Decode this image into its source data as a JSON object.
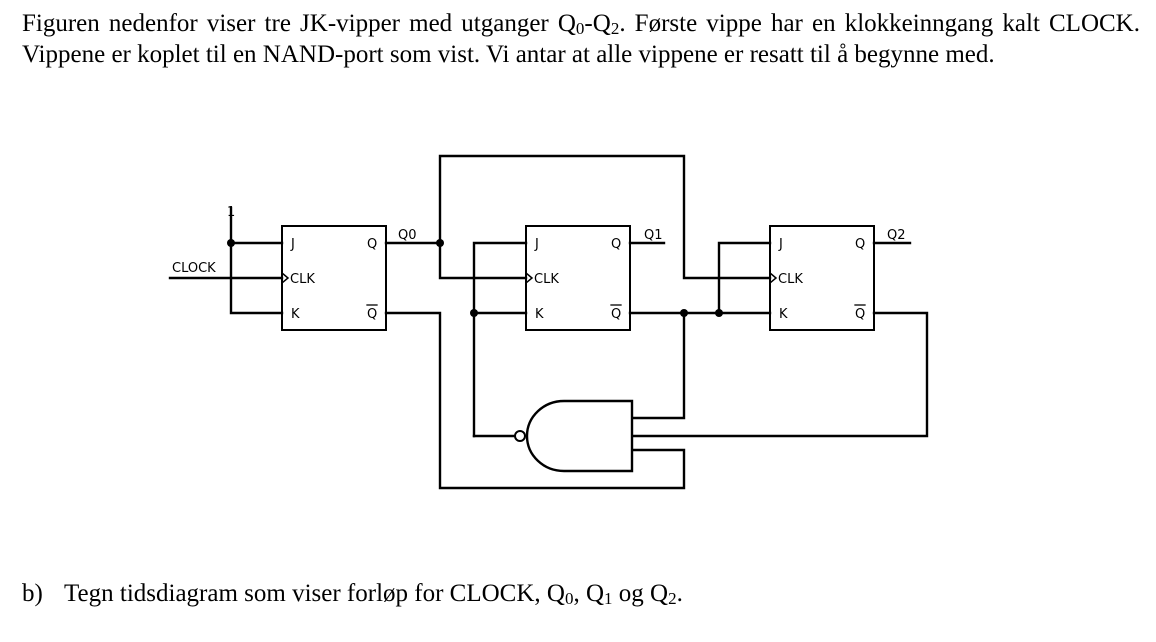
{
  "intro": {
    "part1": "Figuren nedenfor viser tre JK-vipper med utganger Q",
    "sub0": "0",
    "dash": "-Q",
    "sub2": "2",
    "part2": ". Første vippe har en klokkeinngang kalt CLOCK. Vippene er koplet til en NAND-port som vist. Vi antar at alle vippene er resatt til å begynne med."
  },
  "circuit": {
    "const_one": "1",
    "clock_label": "CLOCK",
    "flipflops": [
      {
        "j": "J",
        "clk": "CLK",
        "k": "K",
        "q": "Q",
        "qbar": "Q",
        "output": "Q0"
      },
      {
        "j": "J",
        "clk": "CLK",
        "k": "K",
        "q": "Q",
        "qbar": "Q",
        "output": "Q1"
      },
      {
        "j": "J",
        "clk": "CLK",
        "k": "K",
        "q": "Q",
        "qbar": "Q",
        "output": "Q2"
      }
    ]
  },
  "question": {
    "label": "b)",
    "text_a": "Tegn tidsdiagram som viser forløp for CLOCK, Q",
    "s0": "0",
    "sep1": ", Q",
    "s1": "1",
    "sep2": " og Q",
    "s2": "2",
    "end": "."
  }
}
